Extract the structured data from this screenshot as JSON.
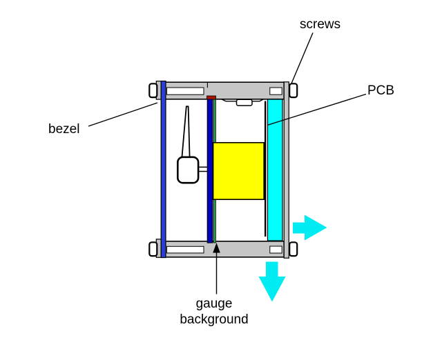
{
  "labels": {
    "bezel": "bezel",
    "screws": "screws",
    "pcb": "PCB",
    "gauge_background_line1": "gauge",
    "gauge_background_line2": "background"
  },
  "icons": {
    "right_arrow_icon": "filled cyan block arrow pointing right",
    "down_arrow_icon": "filled cyan block arrow pointing down",
    "up_arrowhead_icon": "small black arrowhead pointing up at gauge background"
  },
  "colors": {
    "background": "#ffffff",
    "frame_gray": "#c6c6c6",
    "bezel_blue": "#2b3fd4",
    "gauge_background_blue": "#0202c0",
    "gauge_face_green": "#2fa355",
    "gauge_top_red": "#a51500",
    "pcb_cyan": "#00ffff",
    "arrow_cyan": "#00ebf2",
    "yellow_component": "#ffff00",
    "line_black": "#000000",
    "label_text": "#000000"
  }
}
